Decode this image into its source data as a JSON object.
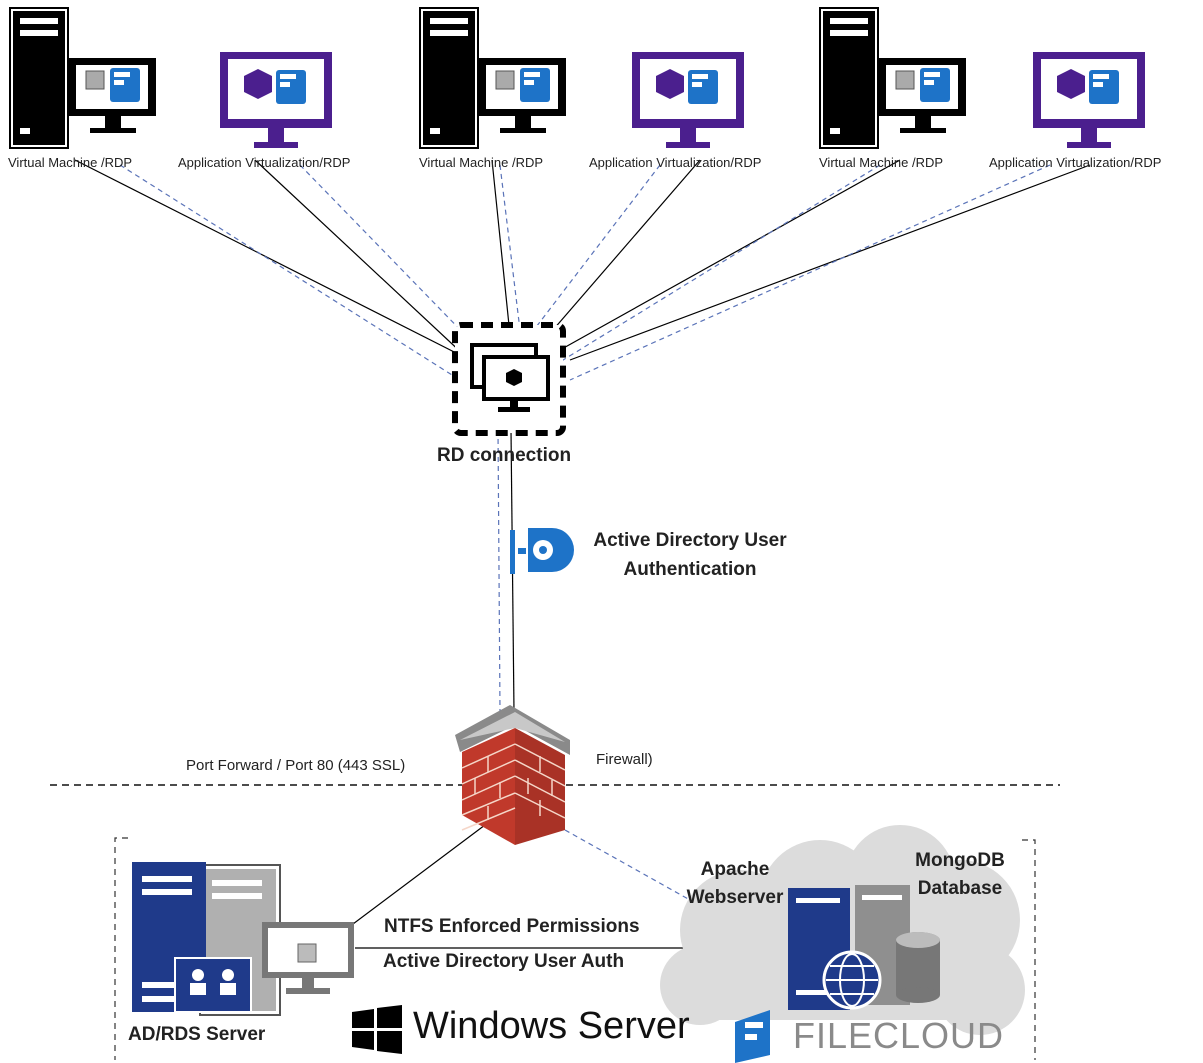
{
  "endpoints": [
    {
      "type": "vm",
      "label": "Virtual Machine /RDP"
    },
    {
      "type": "app",
      "label": "Application Virtualization/RDP"
    },
    {
      "type": "vm",
      "label": "Virtual Machine /RDP"
    },
    {
      "type": "app",
      "label": "Application Virtualization/RDP"
    },
    {
      "type": "vm",
      "label": "Virtual Machine /RDP"
    },
    {
      "type": "app",
      "label": "Application Virtualization/RDP"
    }
  ],
  "rd_connection": {
    "label": "RD connection"
  },
  "ad_auth": {
    "line1": "Active Directory User",
    "line2": "Authentication"
  },
  "firewall": {
    "label": "Firewall)",
    "port_label": "Port Forward / Port 80 (443 SSL)"
  },
  "ad_server": {
    "label": "AD/RDS Server"
  },
  "link": {
    "line1": "NTFS Enforced Permissions",
    "line2": "Active Directory User Auth"
  },
  "cloud": {
    "apache_line1": "Apache",
    "apache_line2": "Webserver",
    "mongo_line1": "MongoDB",
    "mongo_line2": "Database"
  },
  "branding": {
    "windows": "Windows Server",
    "filecloud": "FILECLOUD"
  },
  "colors": {
    "black": "#000000",
    "purple": "#4b1f8e",
    "navy": "#1f3a8a",
    "blue": "#1e73c8",
    "brick": "#c0392b",
    "dashed_blue": "#5a73b8",
    "cloud": "#dcdcdc"
  }
}
